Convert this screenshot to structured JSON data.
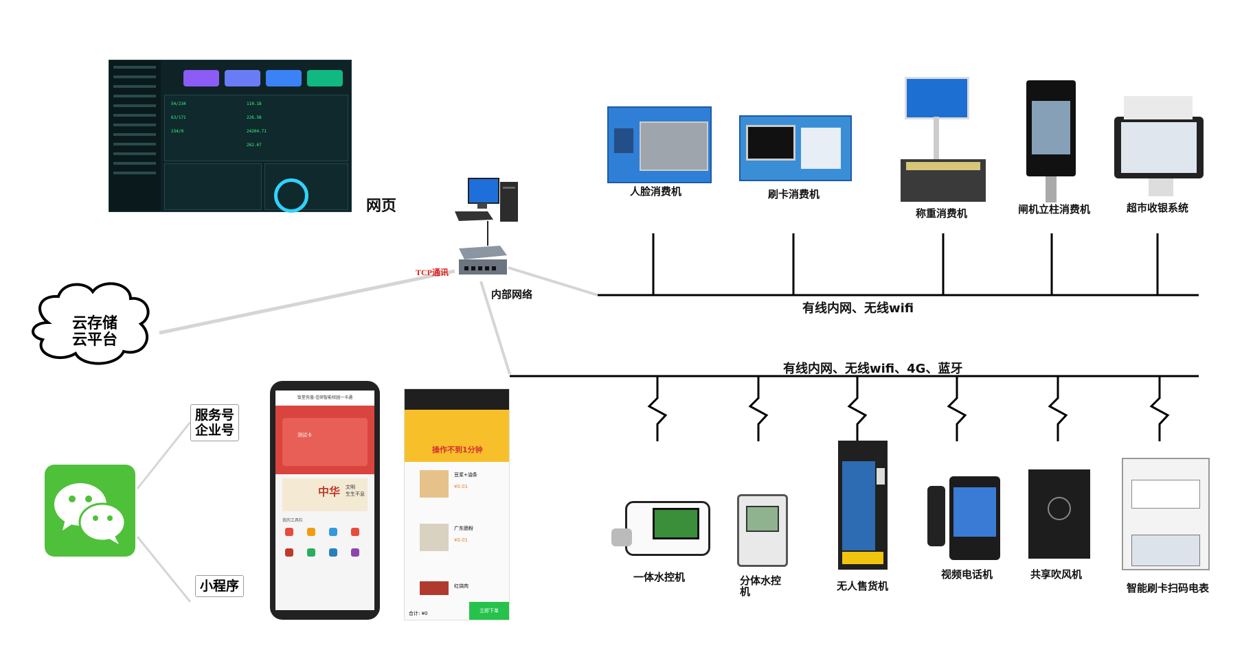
{
  "labels": {
    "webpage": "网页",
    "tcp": "TCP通讯",
    "internal_network": "内部网络",
    "cloud_line1": "云存储",
    "cloud_line2": "云平台",
    "service_account_line1": "服务号",
    "service_account_line2": "企业号",
    "mini_program": "小程序",
    "bus_top": "有线内网、无线wifi",
    "bus_bottom": "有线内网、无线wifi、4G、蓝牙"
  },
  "top_devices": [
    {
      "label": "人脸消费机"
    },
    {
      "label": "刷卡消费机"
    },
    {
      "label": "称重消费机"
    },
    {
      "label": "闸机立柱消费机"
    },
    {
      "label": "超市收银系统"
    }
  ],
  "bottom_devices": [
    {
      "label": "一体水控机"
    },
    {
      "label": "分体水控",
      "label2": "机"
    },
    {
      "label": "无人售货机"
    },
    {
      "label": "视频电话机"
    },
    {
      "label": "共享吹风机"
    },
    {
      "label": "智能刷卡扫码电表"
    }
  ],
  "phone_screen": {
    "header": "饭堂充值-佳研智能校园一卡通",
    "card": "测试卡",
    "banner_text": "中华",
    "banner_sub1": "文明",
    "banner_sub2": "生生不息",
    "tools": "我的工具栏"
  },
  "mini_screen": {
    "banner": "操作不到1分钟",
    "item1": "豆浆+油条",
    "item2": "广东肠粉",
    "item3": "红烧肉",
    "price": "¥0.01",
    "total": "合计: ¥0",
    "order_button": "立即下单"
  },
  "colors": {
    "wechat_green": "#4fc03a",
    "tcp_red": "#e21d1d",
    "dashboard_bg": "#0f2326"
  }
}
